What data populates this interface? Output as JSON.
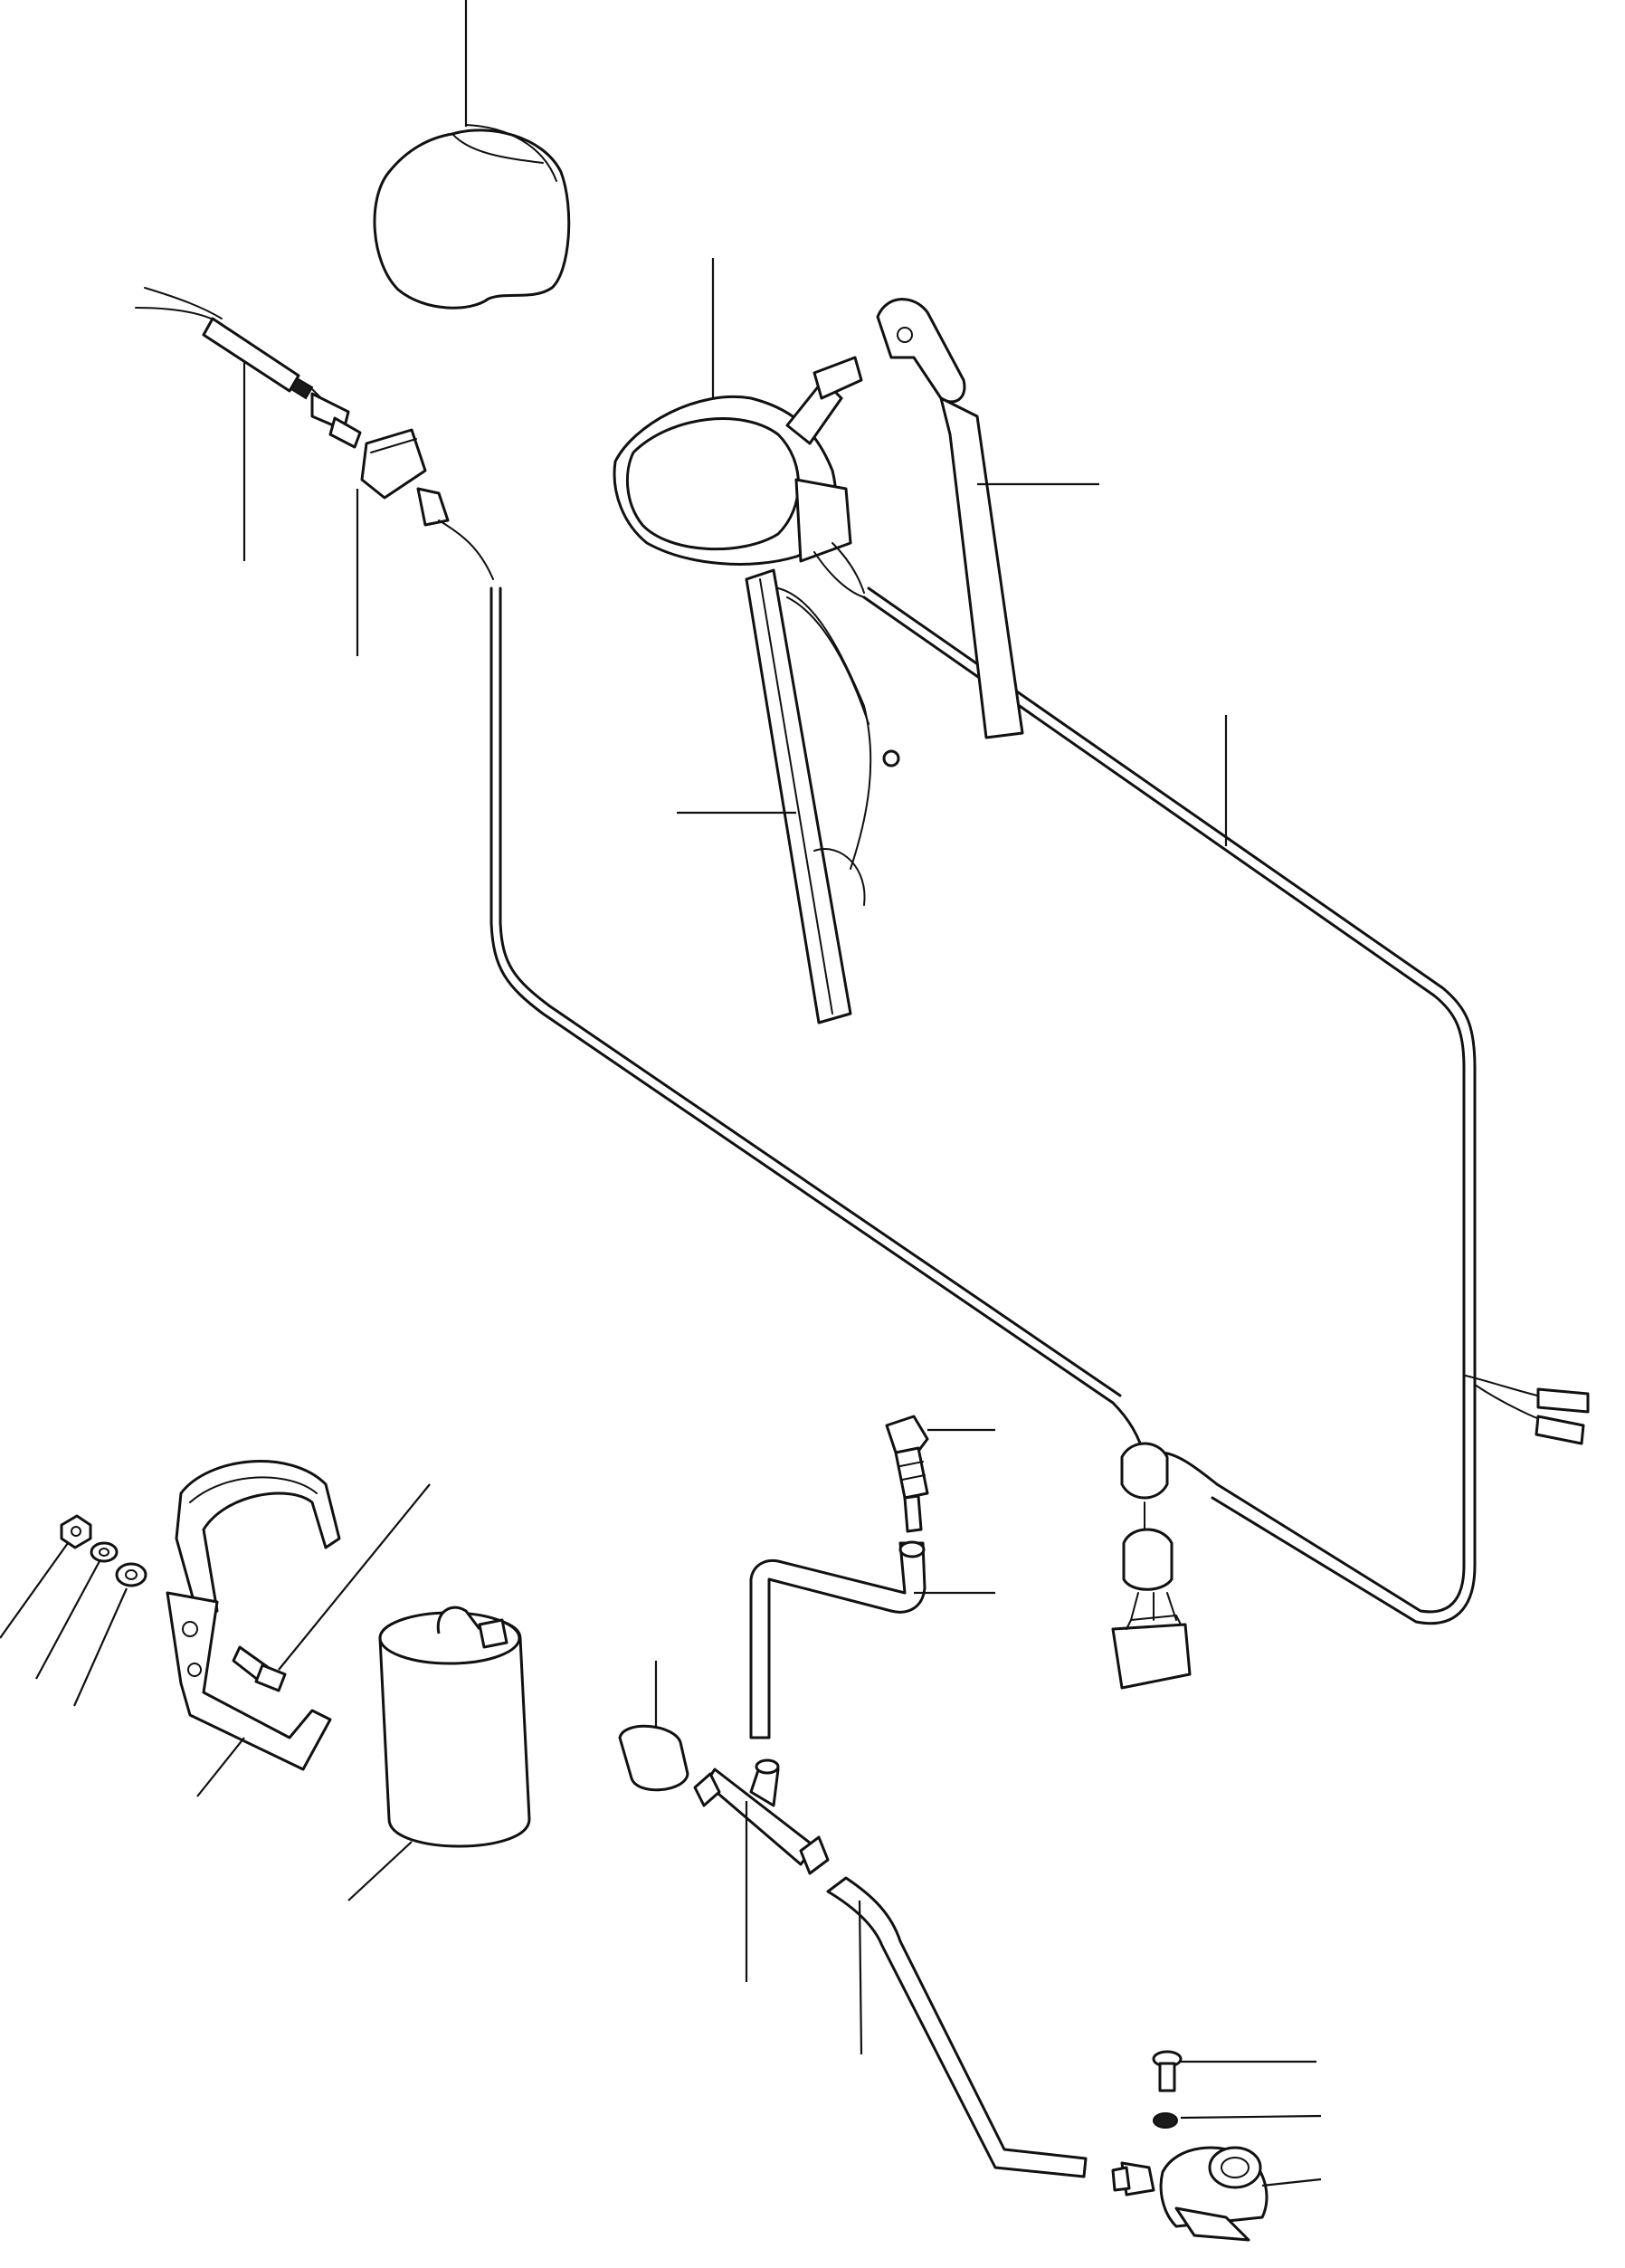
{
  "diagram": {
    "parts": [
      {
        "id": "cover",
        "icon": "lamp-cover-icon"
      },
      {
        "id": "connector-wires",
        "icon": "wire-connector-icon"
      },
      {
        "id": "connector-plug",
        "icon": "plug-icon"
      },
      {
        "id": "wiper-motor",
        "icon": "wiper-motor-icon"
      },
      {
        "id": "wiper-arm",
        "icon": "wiper-arm-icon"
      },
      {
        "id": "wiper-blade",
        "icon": "wiper-blade-icon"
      },
      {
        "id": "wire-harness",
        "icon": "harness-icon"
      },
      {
        "id": "bracket-nut",
        "icon": "nut-icon"
      },
      {
        "id": "bracket-washer-1",
        "icon": "washer-icon"
      },
      {
        "id": "bracket-washer-2",
        "icon": "washer-icon"
      },
      {
        "id": "clamp-band",
        "icon": "clamp-icon"
      },
      {
        "id": "bracket-bolt",
        "icon": "bolt-icon"
      },
      {
        "id": "bracket",
        "icon": "bracket-icon"
      },
      {
        "id": "washer-tank",
        "icon": "tank-icon"
      },
      {
        "id": "nozzle",
        "icon": "nozzle-icon"
      },
      {
        "id": "hose-upper",
        "icon": "hose-icon"
      },
      {
        "id": "pipe-sleeve",
        "icon": "sleeve-icon"
      },
      {
        "id": "tee-joint",
        "icon": "tee-fitting-icon"
      },
      {
        "id": "hose-lower",
        "icon": "hose-icon"
      },
      {
        "id": "harness-connector",
        "icon": "connector-icon"
      },
      {
        "id": "pump-screw",
        "icon": "screw-icon"
      },
      {
        "id": "pump-washer",
        "icon": "washer-icon"
      },
      {
        "id": "washer-pump",
        "icon": "pump-icon"
      }
    ]
  }
}
